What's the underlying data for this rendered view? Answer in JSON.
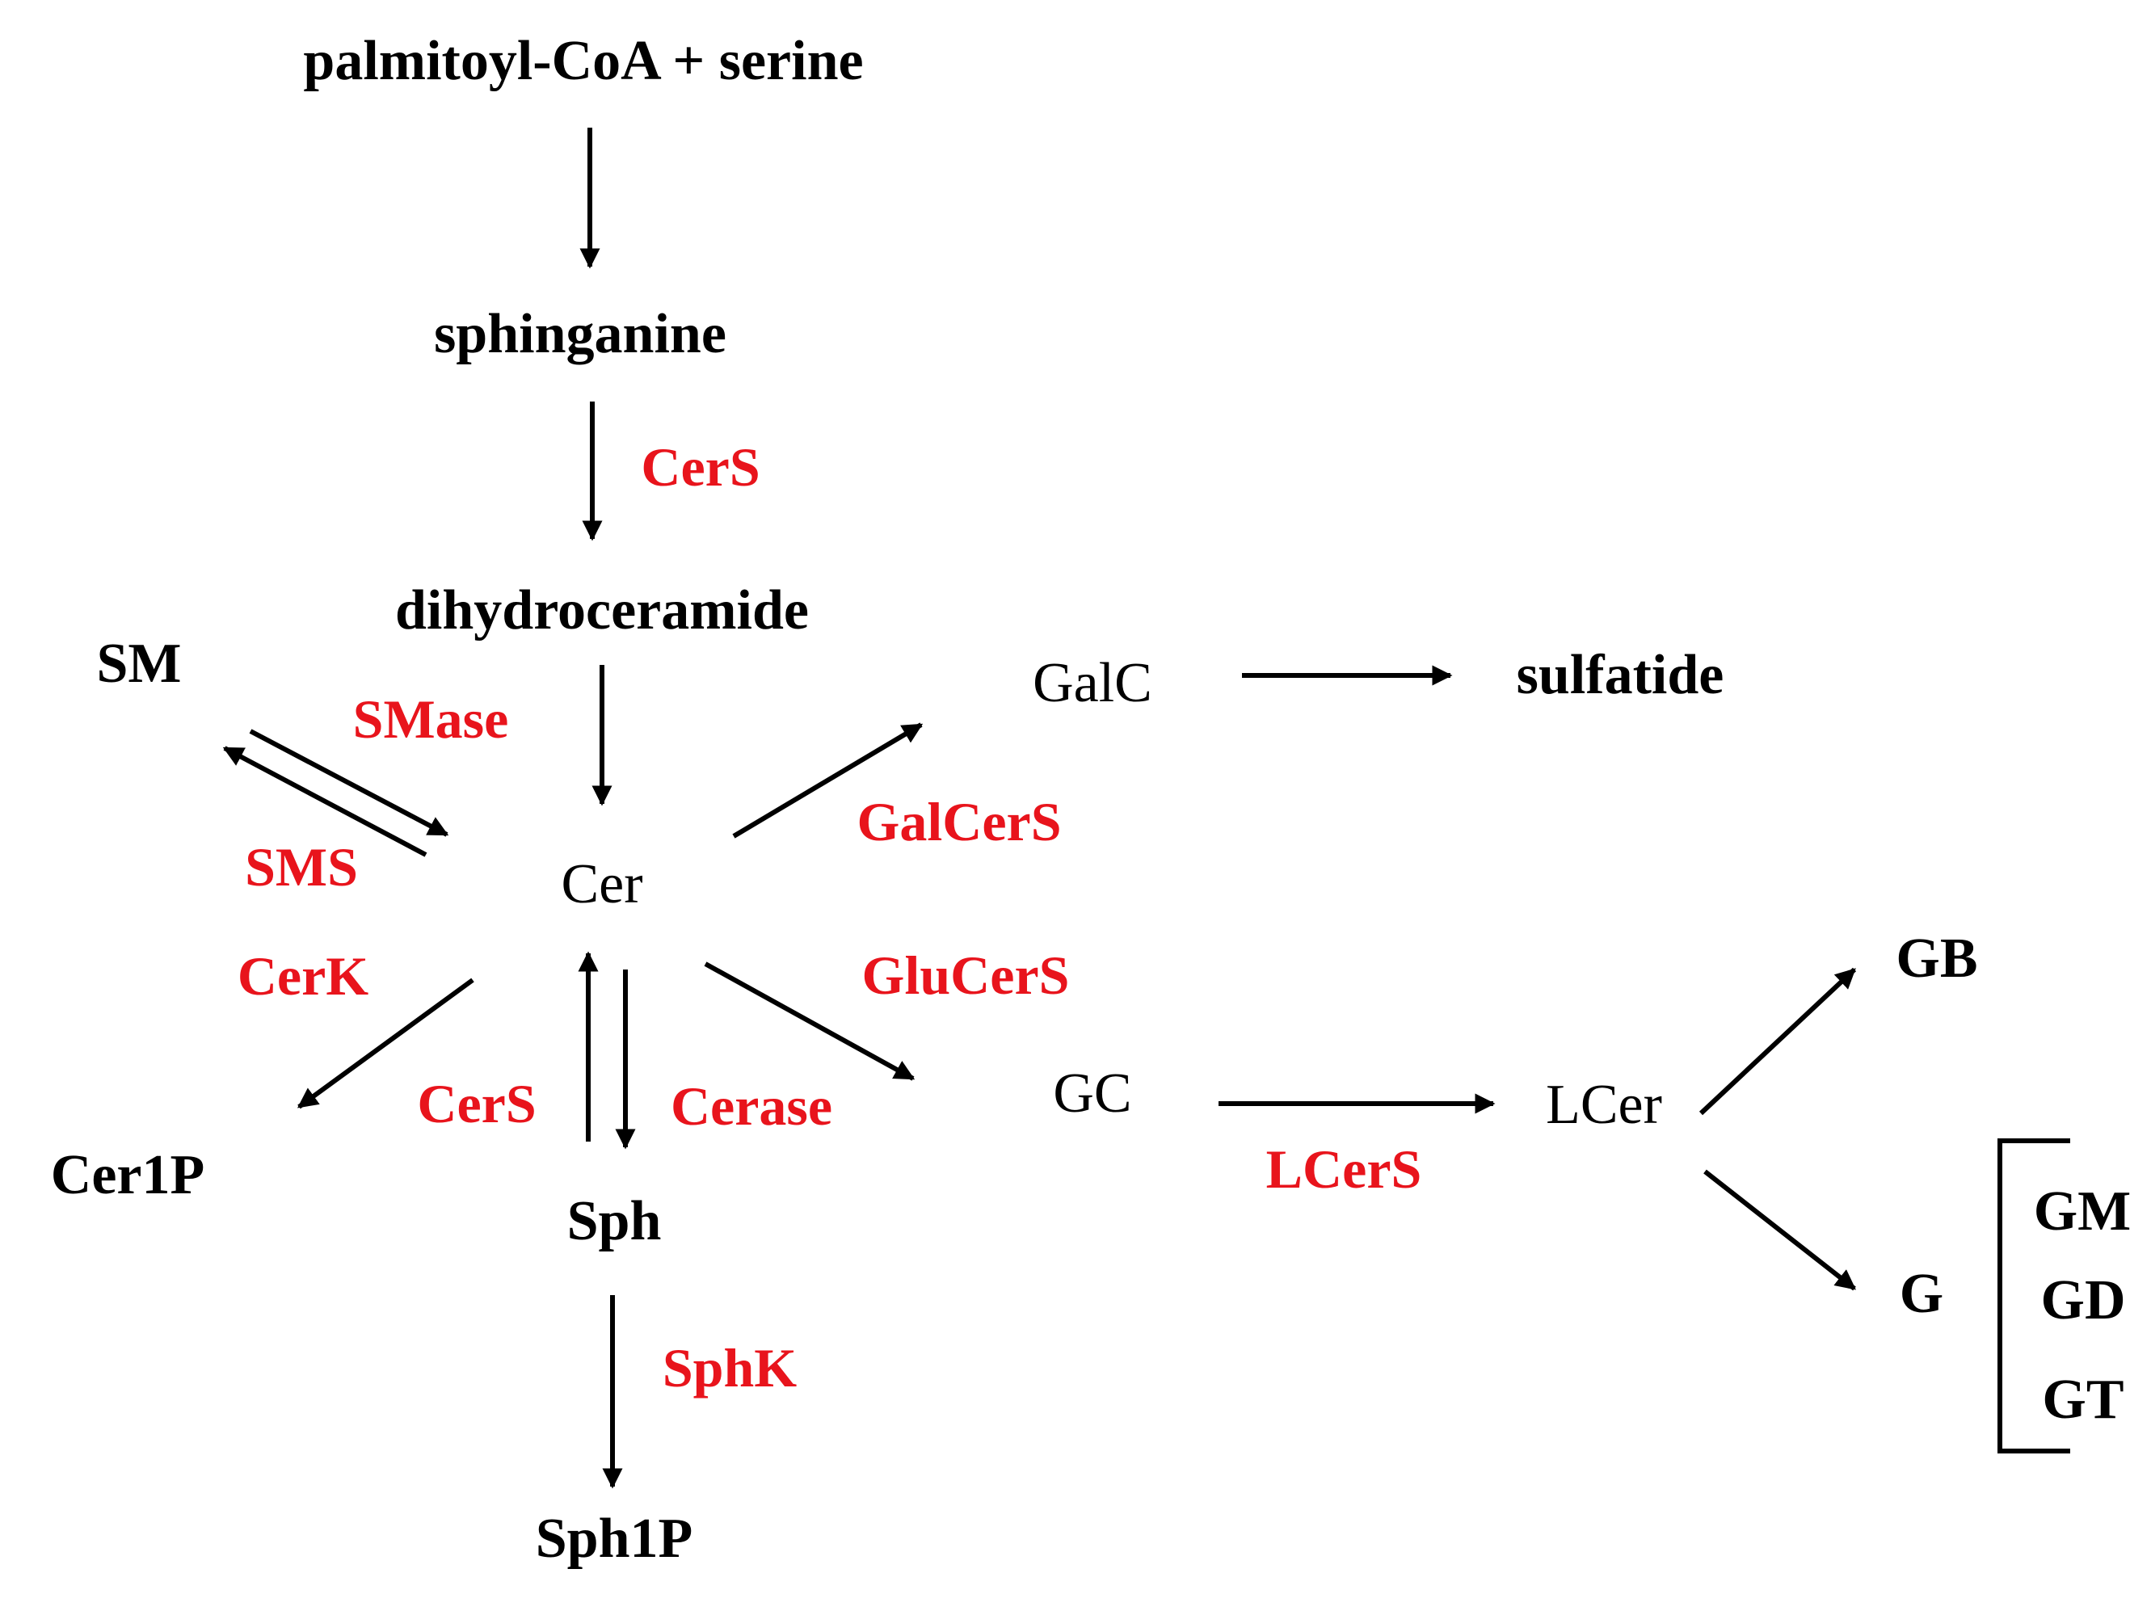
{
  "colors": {
    "metabolite": "#000000",
    "enzyme": "#e8141c",
    "arrow": "#000000",
    "background": "#ffffff"
  },
  "metabolites": {
    "palmitoyl_coa_serine": "palmitoyl-CoA + serine",
    "sphinganine": "sphinganine",
    "dihydroceramide": "dihydroceramide",
    "sm": "SM",
    "cer": "Cer",
    "galc": "GalC",
    "sulfatide": "sulfatide",
    "cer1p": "Cer1P",
    "sph": "Sph",
    "sph1p": "Sph1P",
    "gc": "GC",
    "lcer": "LCer",
    "gb": "GB",
    "g": "G",
    "gm": "GM",
    "gd": "GD",
    "gt": "GT"
  },
  "enzymes": {
    "cers_top": "CerS",
    "smase": "SMase",
    "sms": "SMS",
    "galcers": "GalCerS",
    "cerk": "CerK",
    "glucers": "GluCerS",
    "cers_bottom": "CerS",
    "cerase": "Cerase",
    "lcers": "LCerS",
    "sphk": "SphK"
  }
}
